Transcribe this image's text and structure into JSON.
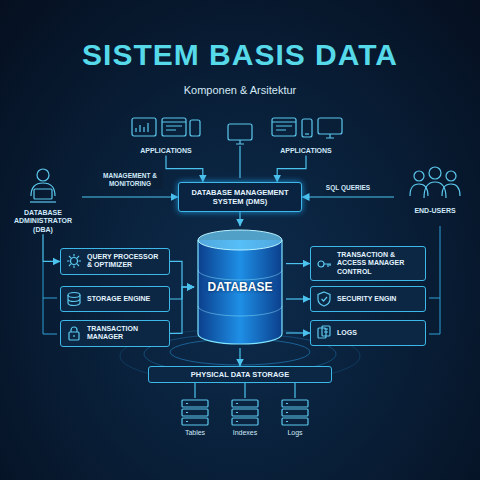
{
  "diagram": {
    "title": "SISTEM BASIS DATA",
    "nodes": [
      {
        "text": [
          "APPLICATIONS"
        ]
      },
      {
        "text": [
          "APPLICATIONS"
        ]
      },
      {
        "text": [
          "DATABASE MANAGEMENT SYSTEM (DMS)"
        ]
      },
      {
        "text": [
          "DATABASE ADMINISTRATOR (DBA)"
        ]
      },
      {
        "text": [
          "END-USERS"
        ]
      },
      {
        "text": [
          "QUERY PROCESSOR & OPTIMIZER"
        ]
      },
      {
        "text": [
          "STORAGE ENGINE"
        ]
      },
      {
        "text": [
          "TRANSACTION MANAGER"
        ]
      },
      {
        "text": [
          "DATABASE"
        ]
      },
      {
        "text": [
          "TRANSACTION & ACCESS MANAGER CONTROL"
        ]
      },
      {
        "text": [
          "SECURITY ENGIN"
        ]
      },
      {
        "text": [
          "LOGS"
        ]
      },
      {
        "text": [
          "PHYSICAL DATA STORAGE"
        ]
      },
      {
        "text": [
          "Tables"
        ]
      },
      {
        "text": [
          "Indexes"
        ]
      },
      {
        "text": [
          "Logs"
        ]
      }
    ],
    "edges": [
      {
        "from": 0,
        "to": 2,
        "arrow": "to"
      },
      {
        "from": 1,
        "to": 2,
        "arrow": "to"
      },
      {
        "from": 3,
        "to": 2,
        "label": "MANAGEMENT & MONITORING",
        "arrow": "to"
      },
      {
        "from": 4,
        "to": 2,
        "label": "SQL QUERIES",
        "arrow": "to"
      },
      {
        "from": 2,
        "to": 8,
        "arrow": "to"
      },
      {
        "from": 3,
        "to": 5,
        "arrow": "to"
      },
      {
        "from": 5,
        "to": 8,
        "arrow": "to"
      },
      {
        "from": 6,
        "to": 8,
        "arrow": "to"
      },
      {
        "from": 7,
        "to": 8,
        "arrow": "to"
      },
      {
        "from": 8,
        "to": 9,
        "arrow": "to"
      },
      {
        "from": 8,
        "to": 10,
        "arrow": "to"
      },
      {
        "from": 8,
        "to": 11,
        "arrow": "to"
      },
      {
        "from": 8,
        "to": 12,
        "arrow": "to"
      },
      {
        "from": 12,
        "to": 13,
        "arrow": "none"
      },
      {
        "from": 12,
        "to": 14,
        "arrow": "none"
      },
      {
        "from": 12,
        "to": 15,
        "arrow": "none"
      }
    ],
    "labels": [
      "Komponen & Arsitektur"
    ]
  }
}
